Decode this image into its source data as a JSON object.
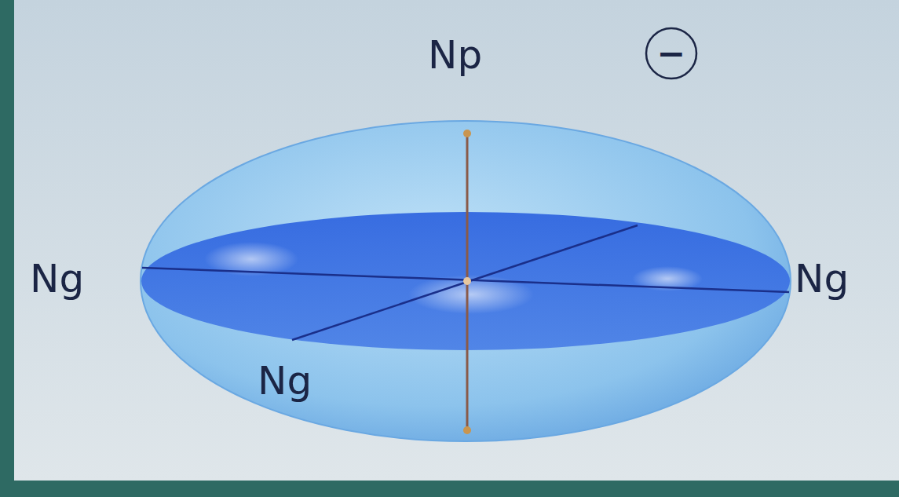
{
  "diagram": {
    "nodes": [
      {
        "text": [
          "−"
        ]
      }
    ],
    "labels": [
      "Np",
      "Ng",
      "Ng",
      "Ng"
    ]
  }
}
